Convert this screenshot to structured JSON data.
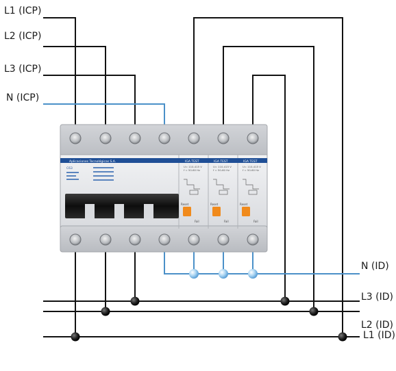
{
  "labels": {
    "l1_icp": "L1 (ICP)",
    "l2_icp": "L2 (ICP)",
    "l3_icp": "L3 (ICP)",
    "n_icp": "N (ICP)",
    "n_id": "N (ID)",
    "l3_id": "L3 (ID)",
    "l2_id": "L2 (ID)",
    "l1_id": "L1 (ID)"
  },
  "device": {
    "brand": "Aplicaciones Tecnológicas S.A.",
    "module_title": "IGA TEST",
    "reset_label": "Reset",
    "fail_label": "Fail",
    "voltage_1": "U= 110-415 V",
    "voltage_2": "f = 50-60 Hz",
    "model": "C63"
  },
  "colors": {
    "wire_phase": "#111111",
    "wire_neutral": "#4a90c8",
    "node_phase": "#222222",
    "node_neutral": "#a9d4f2",
    "device_body": "#e4e6ea",
    "device_stripe": "#1f4f96",
    "reset_button": "#f08a1c",
    "breaker_handle": "#1a1a1a"
  }
}
